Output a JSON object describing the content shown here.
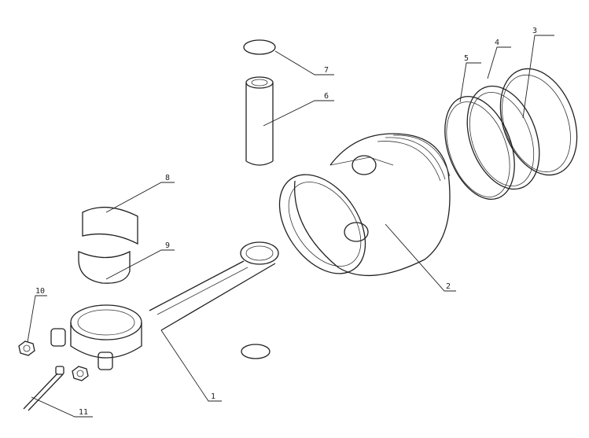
{
  "diagram": {
    "type": "exploded assembly drawing",
    "callouts": [
      {
        "id": "ring-3",
        "label": "3"
      },
      {
        "id": "ring-4",
        "label": "4"
      },
      {
        "id": "ring-5",
        "label": "5"
      },
      {
        "id": "circlip-top",
        "label": "7"
      },
      {
        "id": "piston-pin",
        "label": "6"
      },
      {
        "id": "bearing-upper",
        "label": "8"
      },
      {
        "id": "bearing-lower",
        "label": "9"
      },
      {
        "id": "piston",
        "label": "2"
      },
      {
        "id": "nut",
        "label": "10"
      },
      {
        "id": "connecting-rod",
        "label": "1"
      },
      {
        "id": "bolt",
        "label": "11"
      }
    ],
    "colors": {
      "line": "#222222",
      "background": "#ffffff"
    }
  }
}
